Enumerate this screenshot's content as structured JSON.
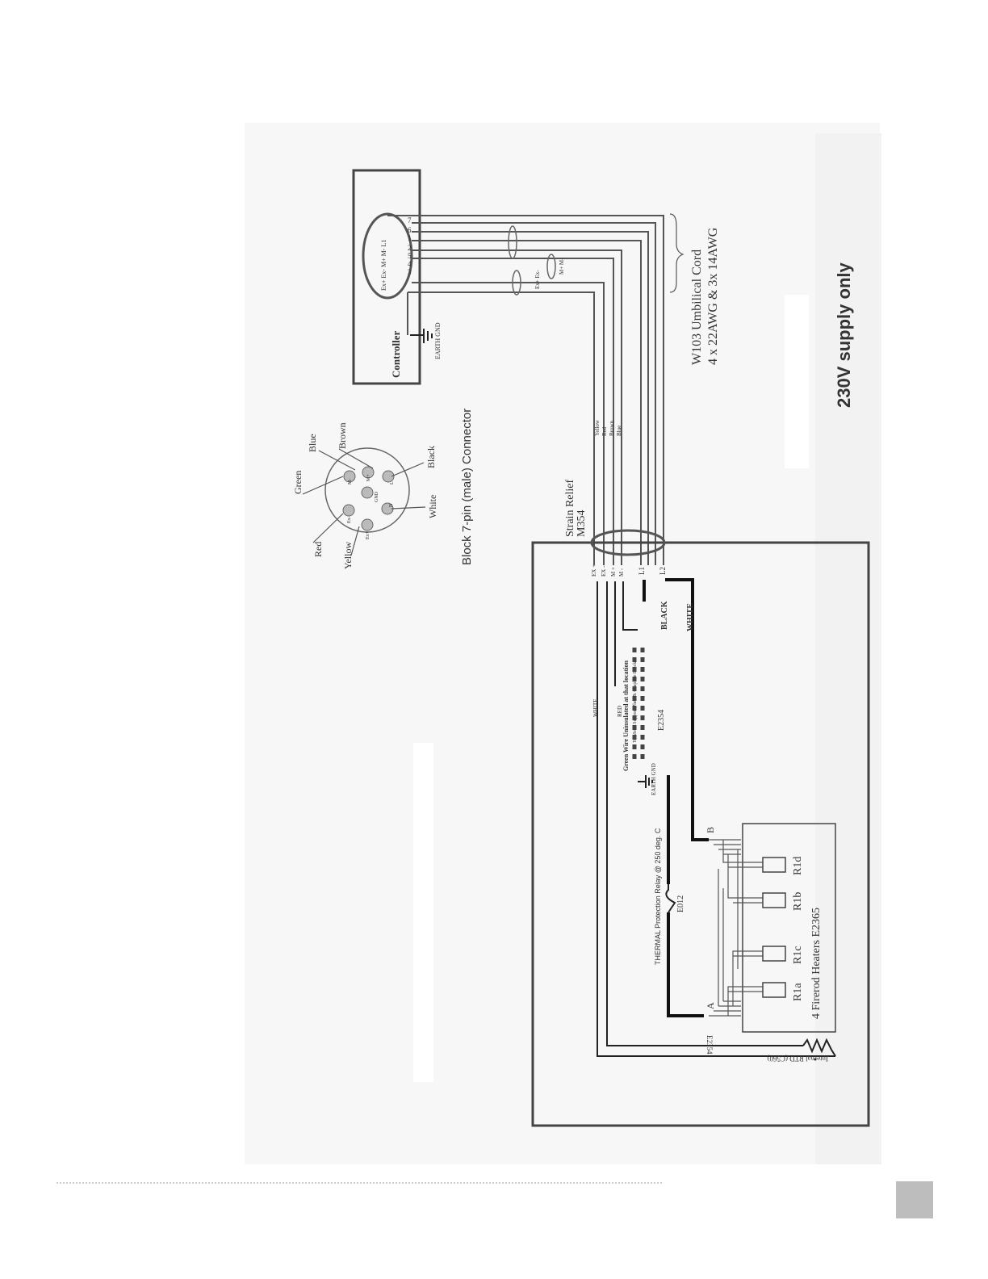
{
  "diagram": {
    "supply_note": "230V supply only",
    "umbilical": {
      "title": "W103  Umbilical Cord",
      "spec": "4 x 22AWG & 3x 14AWG"
    },
    "controller": {
      "label": "Controller",
      "earth_label": "EARTH GND",
      "terminal_names": "Ex+ Ex- M+ M-   L1",
      "terminal_numbers": [
        "3",
        "4",
        "5",
        "2",
        "1",
        "6",
        "7"
      ],
      "ring_ex": "Ex+ Ex-",
      "ring_m": "M+ M-"
    },
    "connector": {
      "title": "Block 7-pin (male) Connector",
      "pins": [
        {
          "num": "1",
          "name": "Ex-",
          "color": "Red"
        },
        {
          "num": "2",
          "name": "M-",
          "color": "Green"
        },
        {
          "num": "3",
          "name": "Ex+",
          "color": "Yellow"
        },
        {
          "num": "4",
          "name": "GND",
          "color": ""
        },
        {
          "num": "5",
          "name": "M+",
          "color": "Blue"
        },
        {
          "num": "5",
          "name": "M+",
          "color": "Brown"
        },
        {
          "num": "6",
          "name": "N",
          "color": "White"
        },
        {
          "num": "7",
          "name": "L",
          "color": "Black"
        }
      ],
      "wire_colors_label": [
        "Yellow",
        "Red",
        "Brown",
        "Blue"
      ]
    },
    "strain_relief": {
      "title": "Strain Relief",
      "part": "M354"
    },
    "wire_tags": [
      "EX +",
      "EX -",
      "M +",
      "M -",
      "L1",
      "L2"
    ],
    "line_labels": {
      "black": "BLACK",
      "white": "WHITE",
      "white2": "WHITE",
      "red": "RED",
      "e2354": "E2354",
      "e2354b": "E2354"
    },
    "green_wire": {
      "title": "Green Wire Uninsulated at that location",
      "sub": "To Metal Support Plate & Graphite Block",
      "earth": "EARTH GND"
    },
    "thermal_relay": {
      "label": "THERMAL Protection Relay @ 250 deg. C",
      "part": "E012"
    },
    "heaters": {
      "title": "4 Firerod Heaters  E2365",
      "names": [
        "R1a",
        "R1c",
        "R1b",
        "R1d"
      ],
      "node_a": "A",
      "node_b": "B"
    },
    "rtd": {
      "label": "Internal RTD  (C560)"
    }
  }
}
